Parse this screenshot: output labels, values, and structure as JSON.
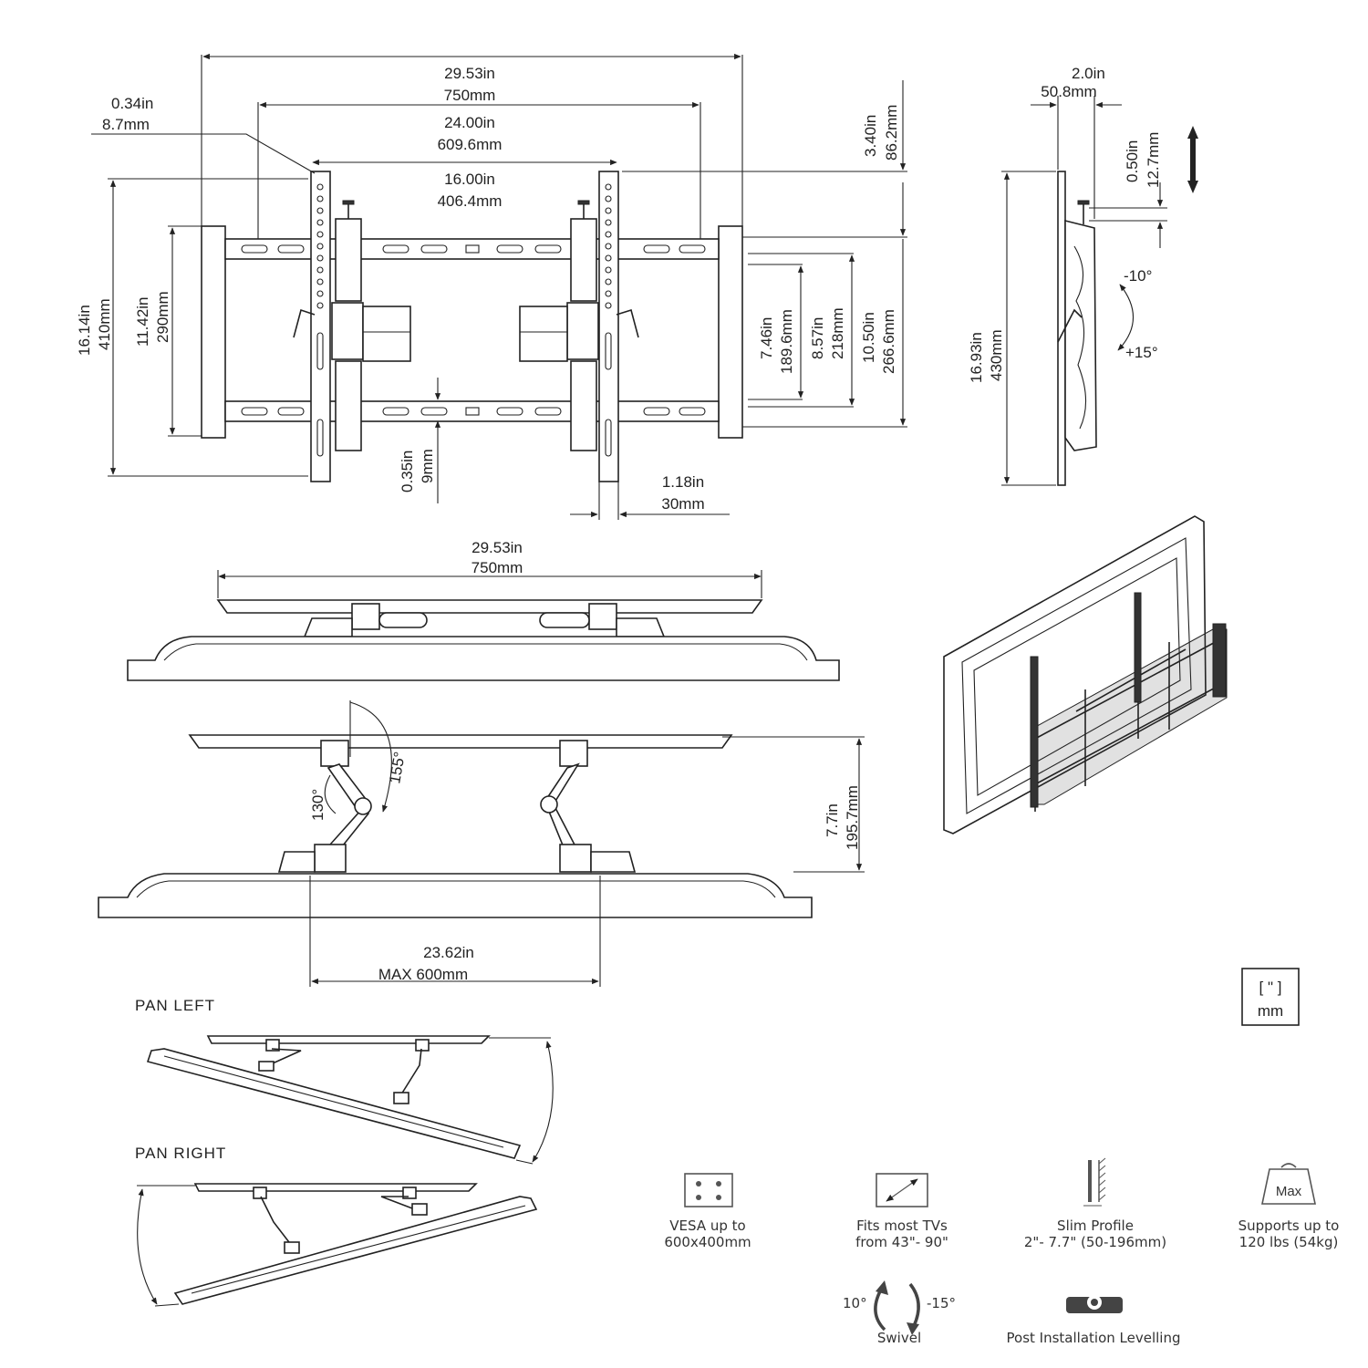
{
  "top_view": {
    "overall_width_in": "29.53in",
    "overall_width_mm": "750mm",
    "inner_width_in": "24.00in",
    "inner_width_mm": "609.6mm",
    "vesa_width_in": "16.00in",
    "vesa_width_mm": "406.4mm",
    "hole_in": "0.34in",
    "hole_mm": "8.7mm",
    "top_offset_in": "3.40in",
    "top_offset_mm": "86.2mm",
    "height_in": "16.14in",
    "height_mm": "410mm",
    "frame_height_in": "11.42in",
    "frame_height_mm": "290mm",
    "h1_in": "7.46in",
    "h1_mm": "189.6mm",
    "h2_in": "8.57in",
    "h2_mm": "218mm",
    "h3_in": "10.50in",
    "h3_mm": "266.6mm",
    "slot_in": "0.35in",
    "slot_mm": "9mm",
    "arm_width_in": "1.18in",
    "arm_width_mm": "30mm"
  },
  "side_view": {
    "depth_in": "2.0in",
    "depth_mm": "50.8mm",
    "adjust_in": "0.50in",
    "adjust_mm": "12.7mm",
    "height_in": "16.93in",
    "height_mm": "430mm",
    "tilt_up": "-10°",
    "tilt_down": "+15°"
  },
  "folded_view": {
    "width_in": "29.53in",
    "width_mm": "750mm"
  },
  "extended_view": {
    "angle_arm": "155°",
    "angle_elbow": "130°",
    "depth_in": "7.7in",
    "depth_mm": "195.7mm",
    "span_in": "23.62in",
    "span_mm": "MAX 600mm"
  },
  "pan": {
    "left_title": "PAN LEFT",
    "right_title": "PAN RIGHT"
  },
  "units_legend": {
    "inch": "[ \" ]",
    "mm": "mm"
  },
  "features": [
    {
      "icon": "vesa-icon",
      "line1": "VESA up to",
      "line2": "600x400mm"
    },
    {
      "icon": "tv-size-icon",
      "line1": "Fits most TVs",
      "line2": "from 43\"- 90\""
    },
    {
      "icon": "slim-profile-icon",
      "line1": "Slim Profile",
      "line2": "2\"- 7.7\" (50-196mm)"
    },
    {
      "icon": "weight-icon",
      "line1": "Supports up to",
      "line2": "120 lbs (54kg)",
      "badge": "Max"
    }
  ],
  "swivel": {
    "left_angle": "10°",
    "right_angle": "-15°",
    "label": "Swivel"
  },
  "levelling": {
    "label": "Post Installation Levelling"
  }
}
